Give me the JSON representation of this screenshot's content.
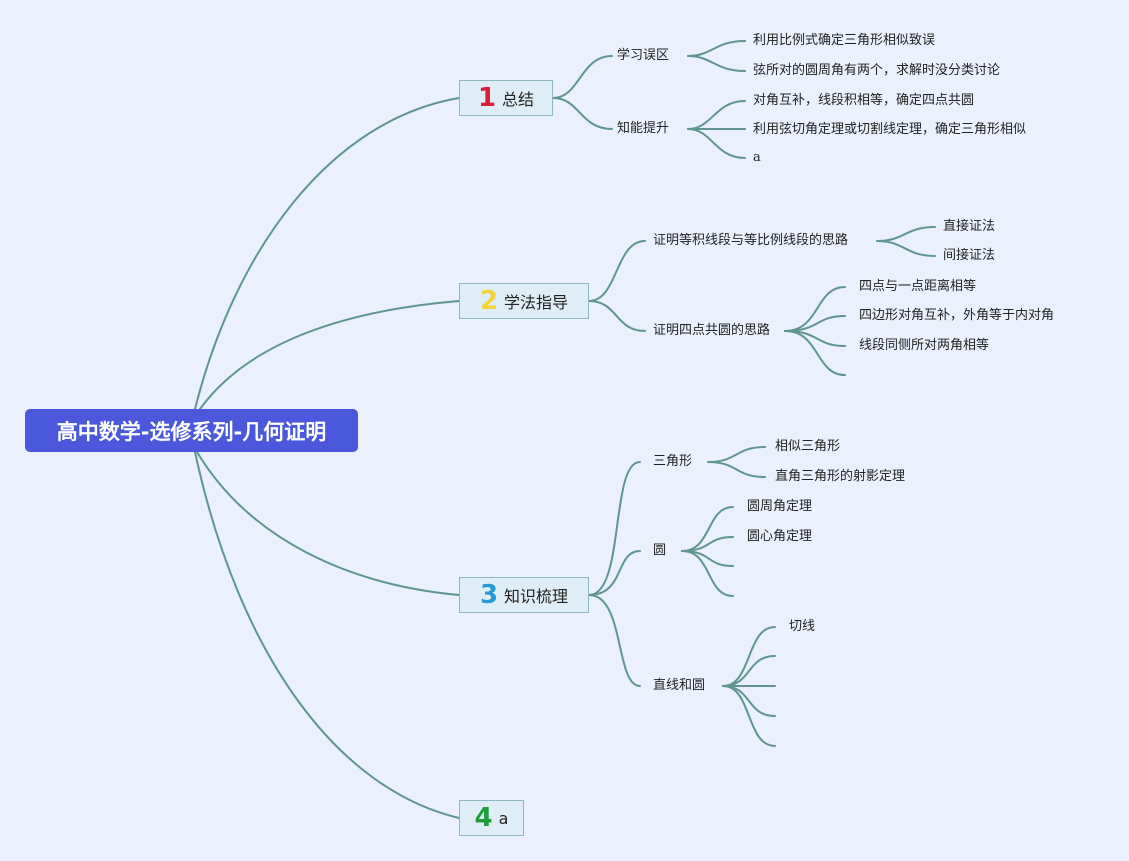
{
  "title": "高中数学-选修系列-几何证明",
  "colors": {
    "root_bg": "#4b58dc",
    "edge": "#5f9691",
    "branch_border": "#8bb8c3",
    "branch_bg": "#dfeef6",
    "num1": "#d81e3a",
    "num2": "#f3d23c",
    "num3": "#2a9ad6",
    "num4": "#1f9d3a"
  },
  "branches": [
    {
      "num": "1",
      "label": "总结",
      "number_icon": "red-number-1-icon",
      "children": [
        {
          "label": "学习误区",
          "children": [
            "利用比例式确定三角形相似致误",
            "弦所对的圆周角有两个，求解时没分类讨论"
          ]
        },
        {
          "label": "知能提升",
          "children": [
            "对角互补，线段积相等，确定四点共圆",
            "利用弦切角定理或切割线定理，确定三角形相似",
            "a"
          ]
        }
      ]
    },
    {
      "num": "2",
      "label": "学法指导",
      "number_icon": "yellow-number-2-icon",
      "children": [
        {
          "label": "证明等积线段与等比例线段的思路",
          "children": [
            "直接证法",
            "间接证法"
          ]
        },
        {
          "label": "证明四点共圆的思路",
          "children": [
            "四点与一点距离相等",
            "四边形对角互补，外角等于内对角",
            "线段同侧所对两角相等",
            ""
          ]
        }
      ]
    },
    {
      "num": "3",
      "label": "知识梳理",
      "number_icon": "blue-number-3-icon",
      "children": [
        {
          "label": "三角形",
          "children": [
            "相似三角形",
            "直角三角形的射影定理"
          ]
        },
        {
          "label": "圆",
          "children": [
            "圆周角定理",
            "圆心角定理",
            "",
            ""
          ]
        },
        {
          "label": "直线和圆",
          "children": [
            "切线",
            "",
            "",
            "",
            ""
          ]
        }
      ]
    },
    {
      "num": "4",
      "label": "a",
      "number_icon": "green-number-4-icon",
      "children": []
    }
  ]
}
